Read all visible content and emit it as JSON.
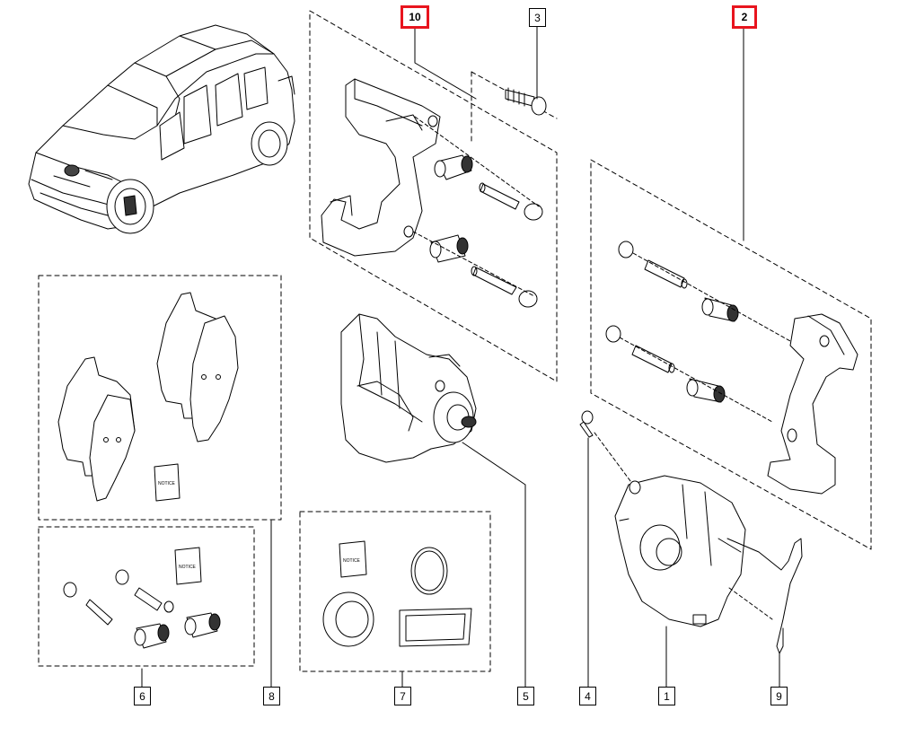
{
  "diagram": {
    "title": "Front brake caliper exploded view",
    "accent_color": "#e8141e",
    "notice_text": "NOTICE",
    "callouts": [
      {
        "id": "1",
        "label": "1",
        "highlighted": false
      },
      {
        "id": "2",
        "label": "2",
        "highlighted": true
      },
      {
        "id": "3",
        "label": "3",
        "highlighted": false
      },
      {
        "id": "4",
        "label": "4",
        "highlighted": false
      },
      {
        "id": "5",
        "label": "5",
        "highlighted": false
      },
      {
        "id": "6",
        "label": "6",
        "highlighted": false
      },
      {
        "id": "7",
        "label": "7",
        "highlighted": false
      },
      {
        "id": "8",
        "label": "8",
        "highlighted": false
      },
      {
        "id": "9",
        "label": "9",
        "highlighted": false
      },
      {
        "id": "10",
        "label": "10",
        "highlighted": true
      }
    ]
  }
}
